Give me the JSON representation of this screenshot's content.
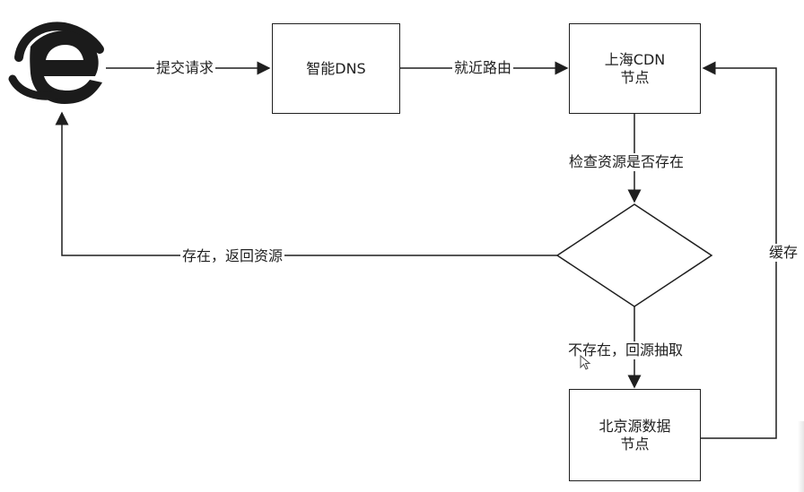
{
  "browser": {
    "icon": "internet-explorer-icon",
    "color": "#1b1b1b"
  },
  "nodes": {
    "smart_dns": "智能DNS",
    "shanghai_cdn": "上海CDN\n节点",
    "beijing_origin": "北京源数据\n节点"
  },
  "edges": {
    "submit_request": "提交请求",
    "nearest_route": "就近路由",
    "check_resource": "检查资源是否存在",
    "exists_return": "存在，返回资源",
    "not_exists_fetch": "不存在，回源抽取",
    "cache": "缓存"
  },
  "colors": {
    "line": "#1f1f1f",
    "background": "#ffffff"
  }
}
